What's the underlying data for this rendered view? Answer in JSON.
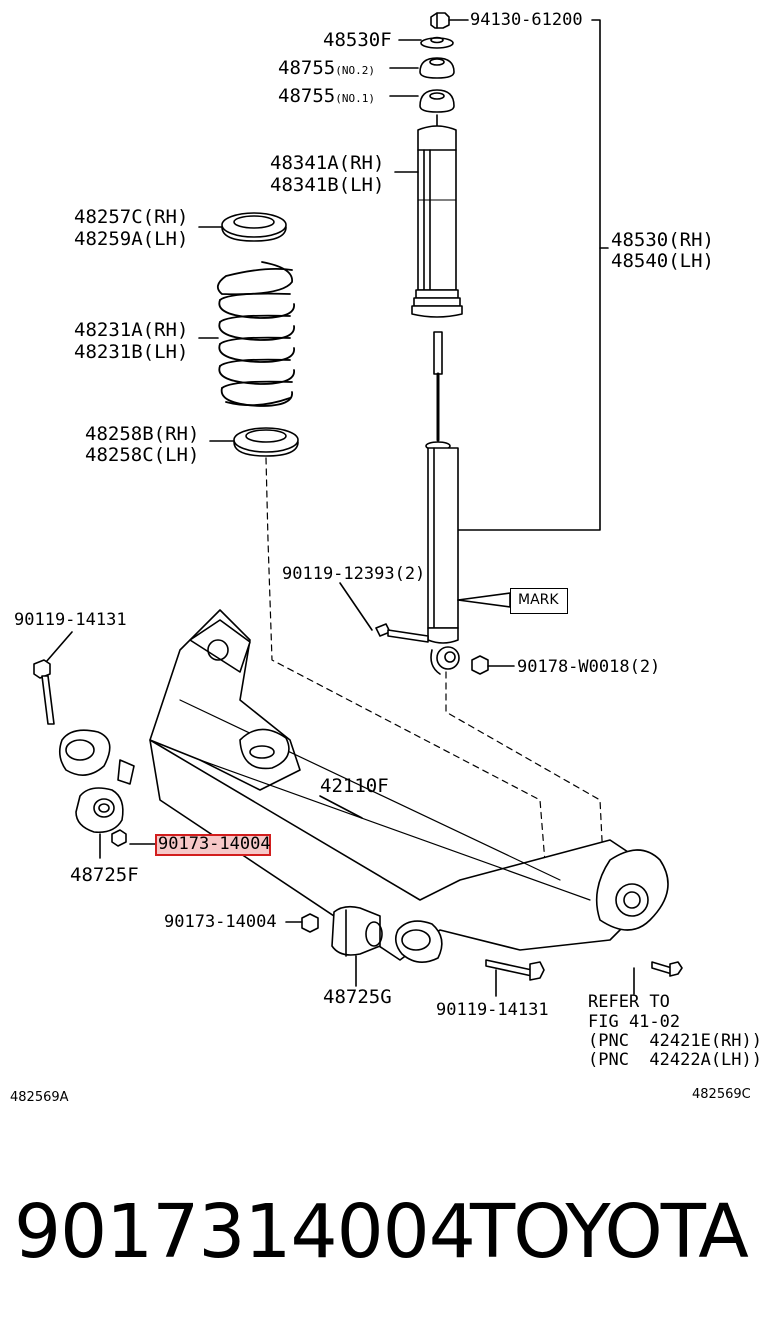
{
  "diagram": {
    "labels": {
      "nut_top": "94130-61200",
      "p48530F": "48530F",
      "p48755_2": "48755",
      "p48755_2_suffix": "(NO.2)",
      "p48755_1": "48755",
      "p48755_1_suffix": "(NO.1)",
      "p48341_rh": "48341A(RH)",
      "p48341_lh": "48341B(LH)",
      "p48257": "48257C(RH)",
      "p48259": "48259A(LH)",
      "p48530_rh": "48530(RH)",
      "p48540_lh": "48540(LH)",
      "p48231_rh": "48231A(RH)",
      "p48231_lh": "48231B(LH)",
      "p48258_rh": "48258B(RH)",
      "p48258_lh": "48258C(LH)",
      "bolt_12393": "90119-12393(2)",
      "mark": "MARK",
      "bolt_14131_left": "90119-14131",
      "nut_w0018": "90178-W0018(2)",
      "beam": "42110F",
      "nut_highlighted": "90173-1400",
      "nut_highlighted_tail": "4",
      "bushing_f": "48725F",
      "nut_14004": "90173-14004",
      "bushing_g": "48725G",
      "bolt_14131_bottom": "90119-14131",
      "refer_line1": "REFER TO",
      "refer_line2": "FIG 41-02",
      "refer_line3": "(PNC  42421E(RH))",
      "refer_line4": "(PNC  42422A(LH))",
      "code_left": "482569A",
      "code_right": "482569C"
    }
  },
  "footer": {
    "part_number": "9017314004",
    "brand": "TOYOTA"
  },
  "colors": {
    "highlight_border": "#d21e1e",
    "highlight_fill": "#f6c8c8",
    "ink": "#000000"
  }
}
